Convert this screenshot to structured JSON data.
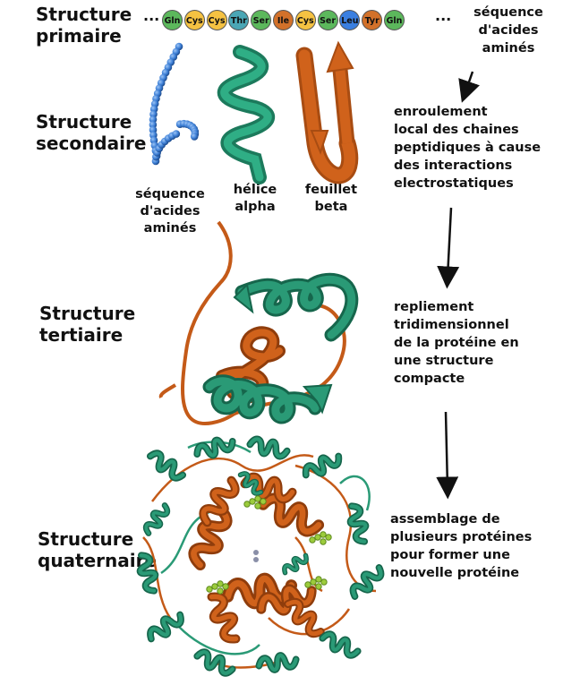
{
  "labels": {
    "primary_1": "Structure",
    "primary_2": "primaire",
    "secondary_1": "Structure",
    "secondary_2": "secondaire",
    "tertiary_1": "Structure",
    "tertiary_2": "tertiaire",
    "quaternary_1": "Structure",
    "quaternary_2": "quaternaire"
  },
  "sequence": {
    "leading_dots": "...",
    "trailing_dots": "...",
    "residues": [
      {
        "name": "Gln",
        "color": "#5cb85c"
      },
      {
        "name": "Cys",
        "color": "#f5c242"
      },
      {
        "name": "Cys",
        "color": "#f5c242"
      },
      {
        "name": "Thr",
        "color": "#4aa6b5"
      },
      {
        "name": "Ser",
        "color": "#5cb85c"
      },
      {
        "name": "Ile",
        "color": "#d2712a"
      },
      {
        "name": "Cys",
        "color": "#f5c242"
      },
      {
        "name": "Ser",
        "color": "#5cb85c"
      },
      {
        "name": "Leu",
        "color": "#3a7fe0"
      },
      {
        "name": "Tyr",
        "color": "#d2712a"
      },
      {
        "name": "Gln",
        "color": "#5cb85c"
      }
    ]
  },
  "descriptions": {
    "primary": [
      "séquence",
      "d'acides",
      "aminés"
    ],
    "secondary": [
      "enroulement",
      "local des chaines",
      "peptidiques à cause",
      "des interactions",
      "electrostatiques"
    ],
    "tertiary": [
      "repliement",
      "tridimensionnel",
      "de la protéine en",
      "une structure",
      "compacte"
    ],
    "quaternary": [
      "assemblage de",
      "plusieurs protéines",
      "pour former une",
      "nouvelle protéine"
    ]
  },
  "captions": {
    "chain": [
      "séquence",
      "d'acides",
      "aminés"
    ],
    "helix": [
      "hélice",
      "alpha"
    ],
    "sheet": [
      "feuillet",
      "beta"
    ]
  },
  "colors": {
    "helix_green": "#2a9a76",
    "sheet_orange": "#d0621b",
    "bead_blue": "#3d7fd6",
    "ligand_green": "#9ccc3c"
  }
}
